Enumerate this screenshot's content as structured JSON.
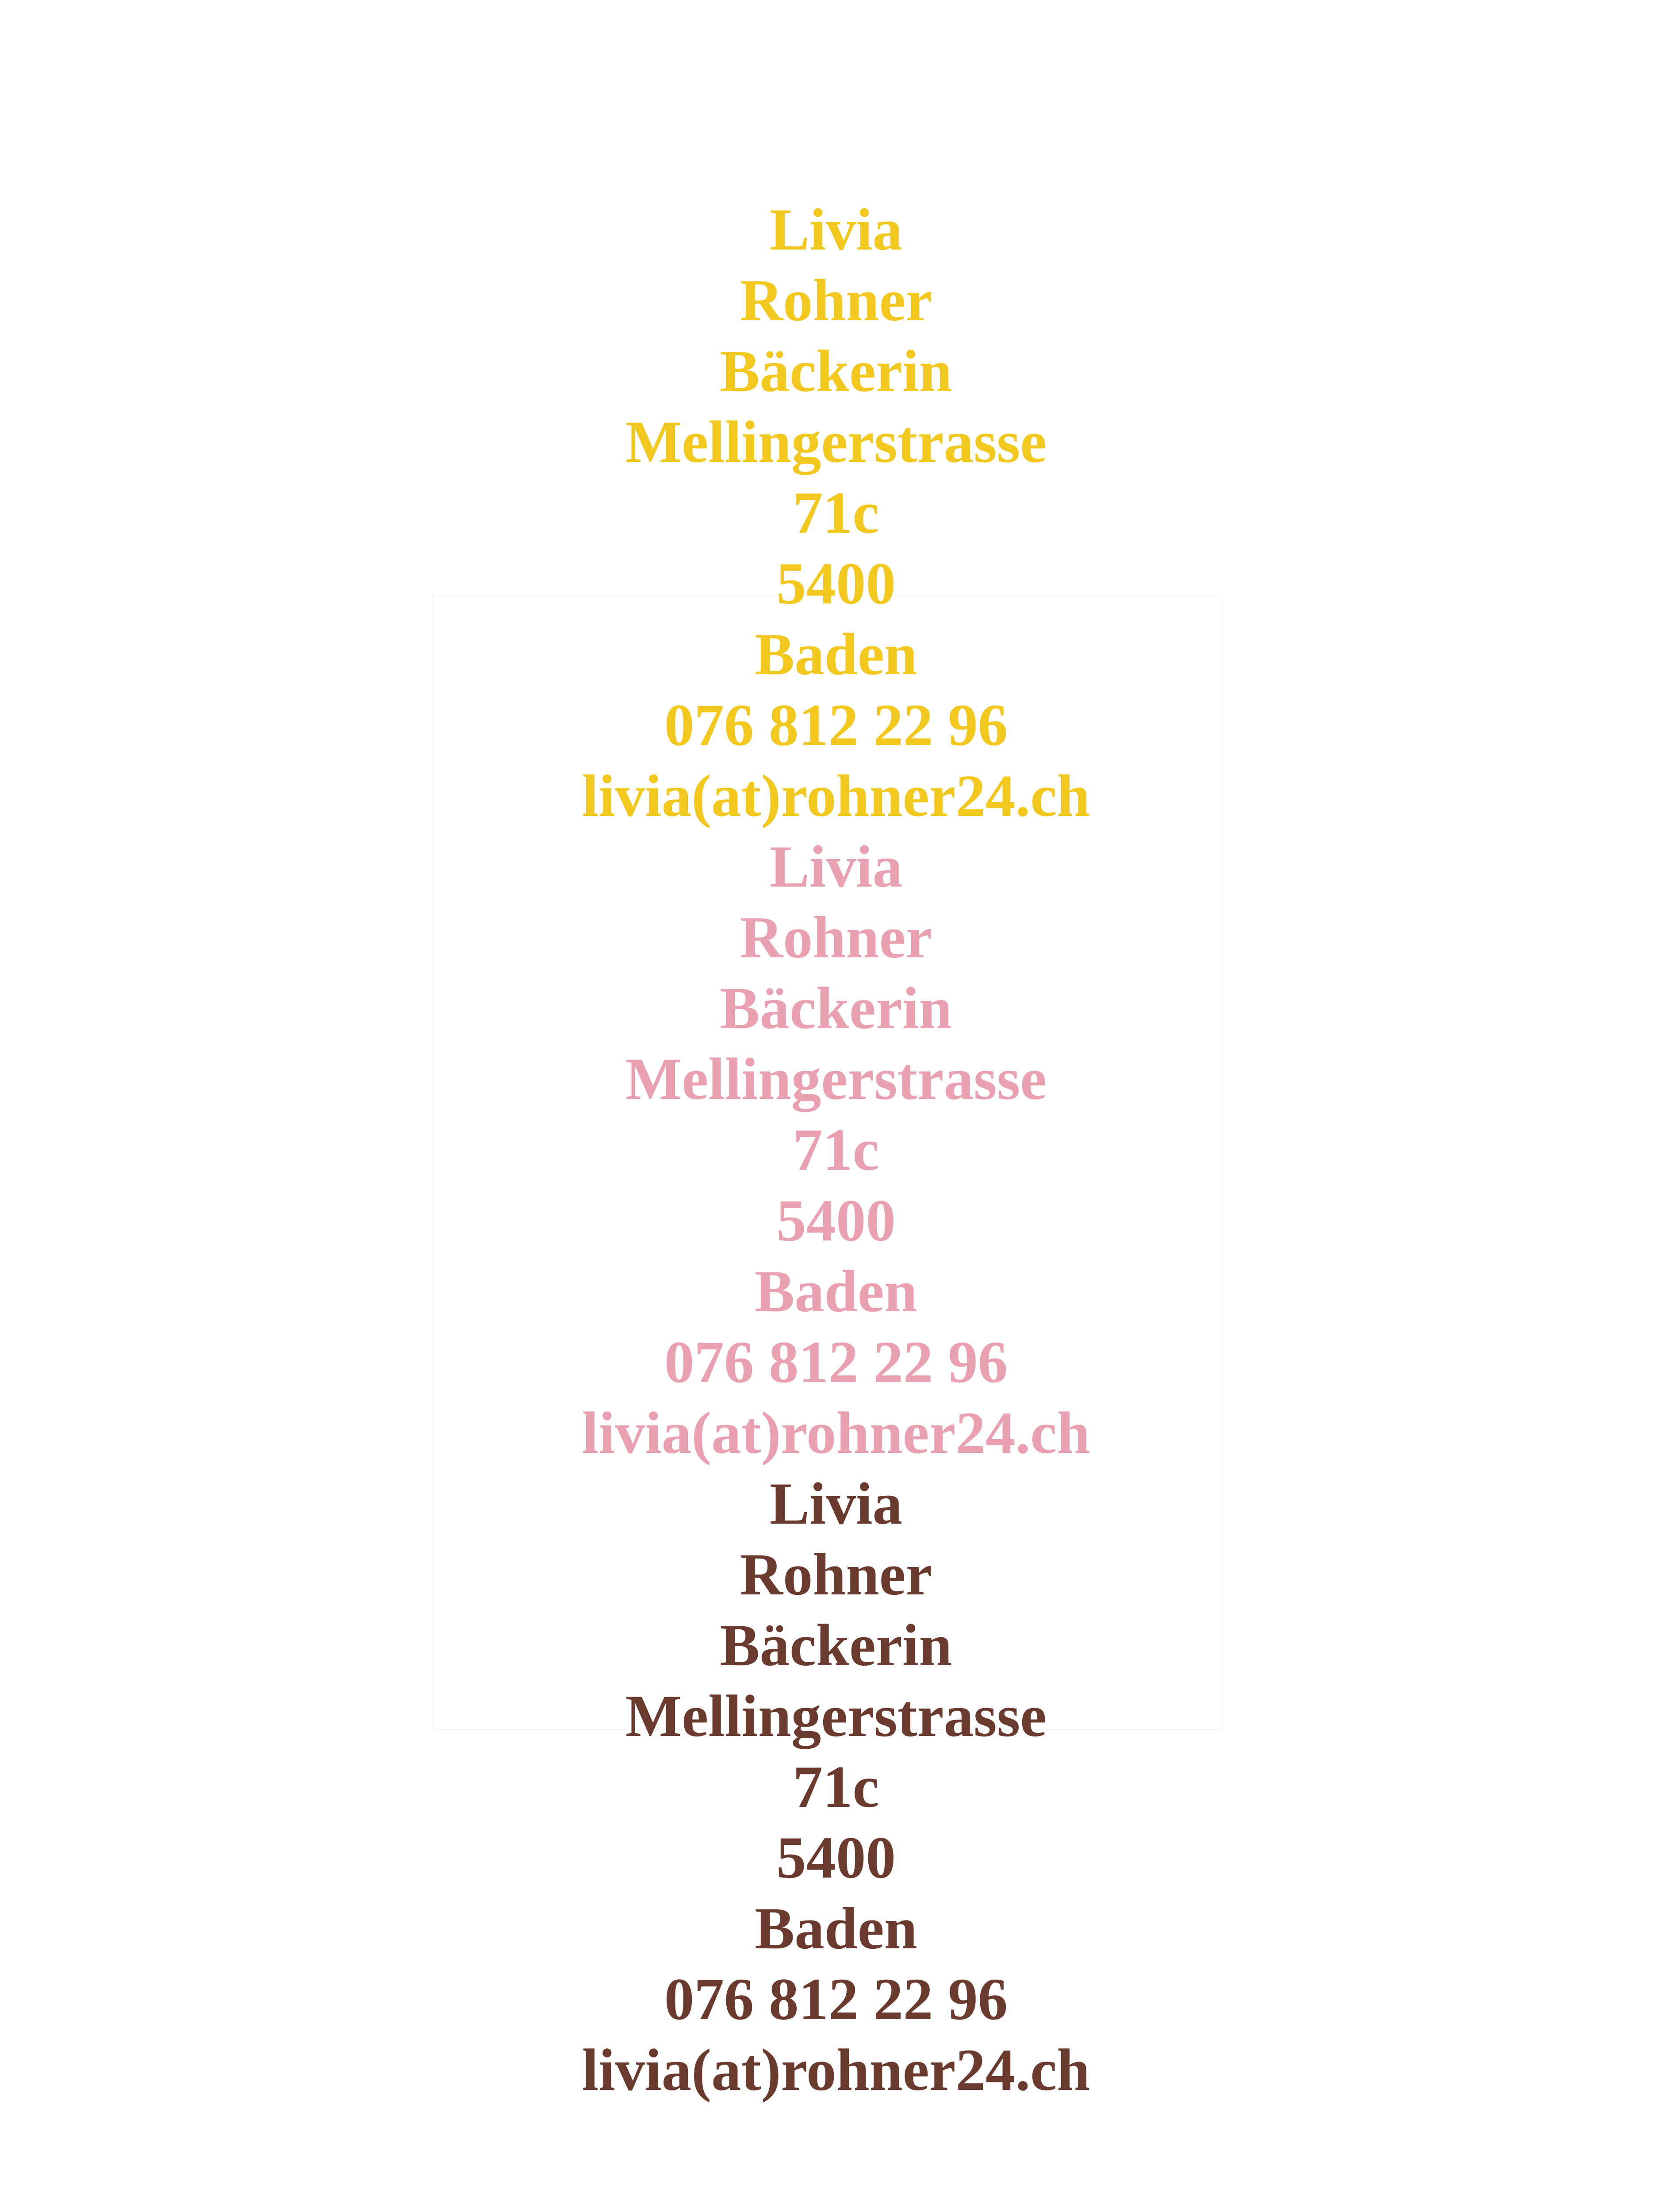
{
  "card": {
    "lines": [
      "Livia",
      "Rohner",
      "Bäckerin",
      "Mellingerstrasse",
      "71c",
      "5400",
      "Baden",
      "076 812 22 96",
      "livia(at)rohner24.ch"
    ]
  },
  "colors": {
    "yellow": "#f2c81e",
    "pink": "#e9a0b1",
    "brown": "#6b3a2e"
  }
}
